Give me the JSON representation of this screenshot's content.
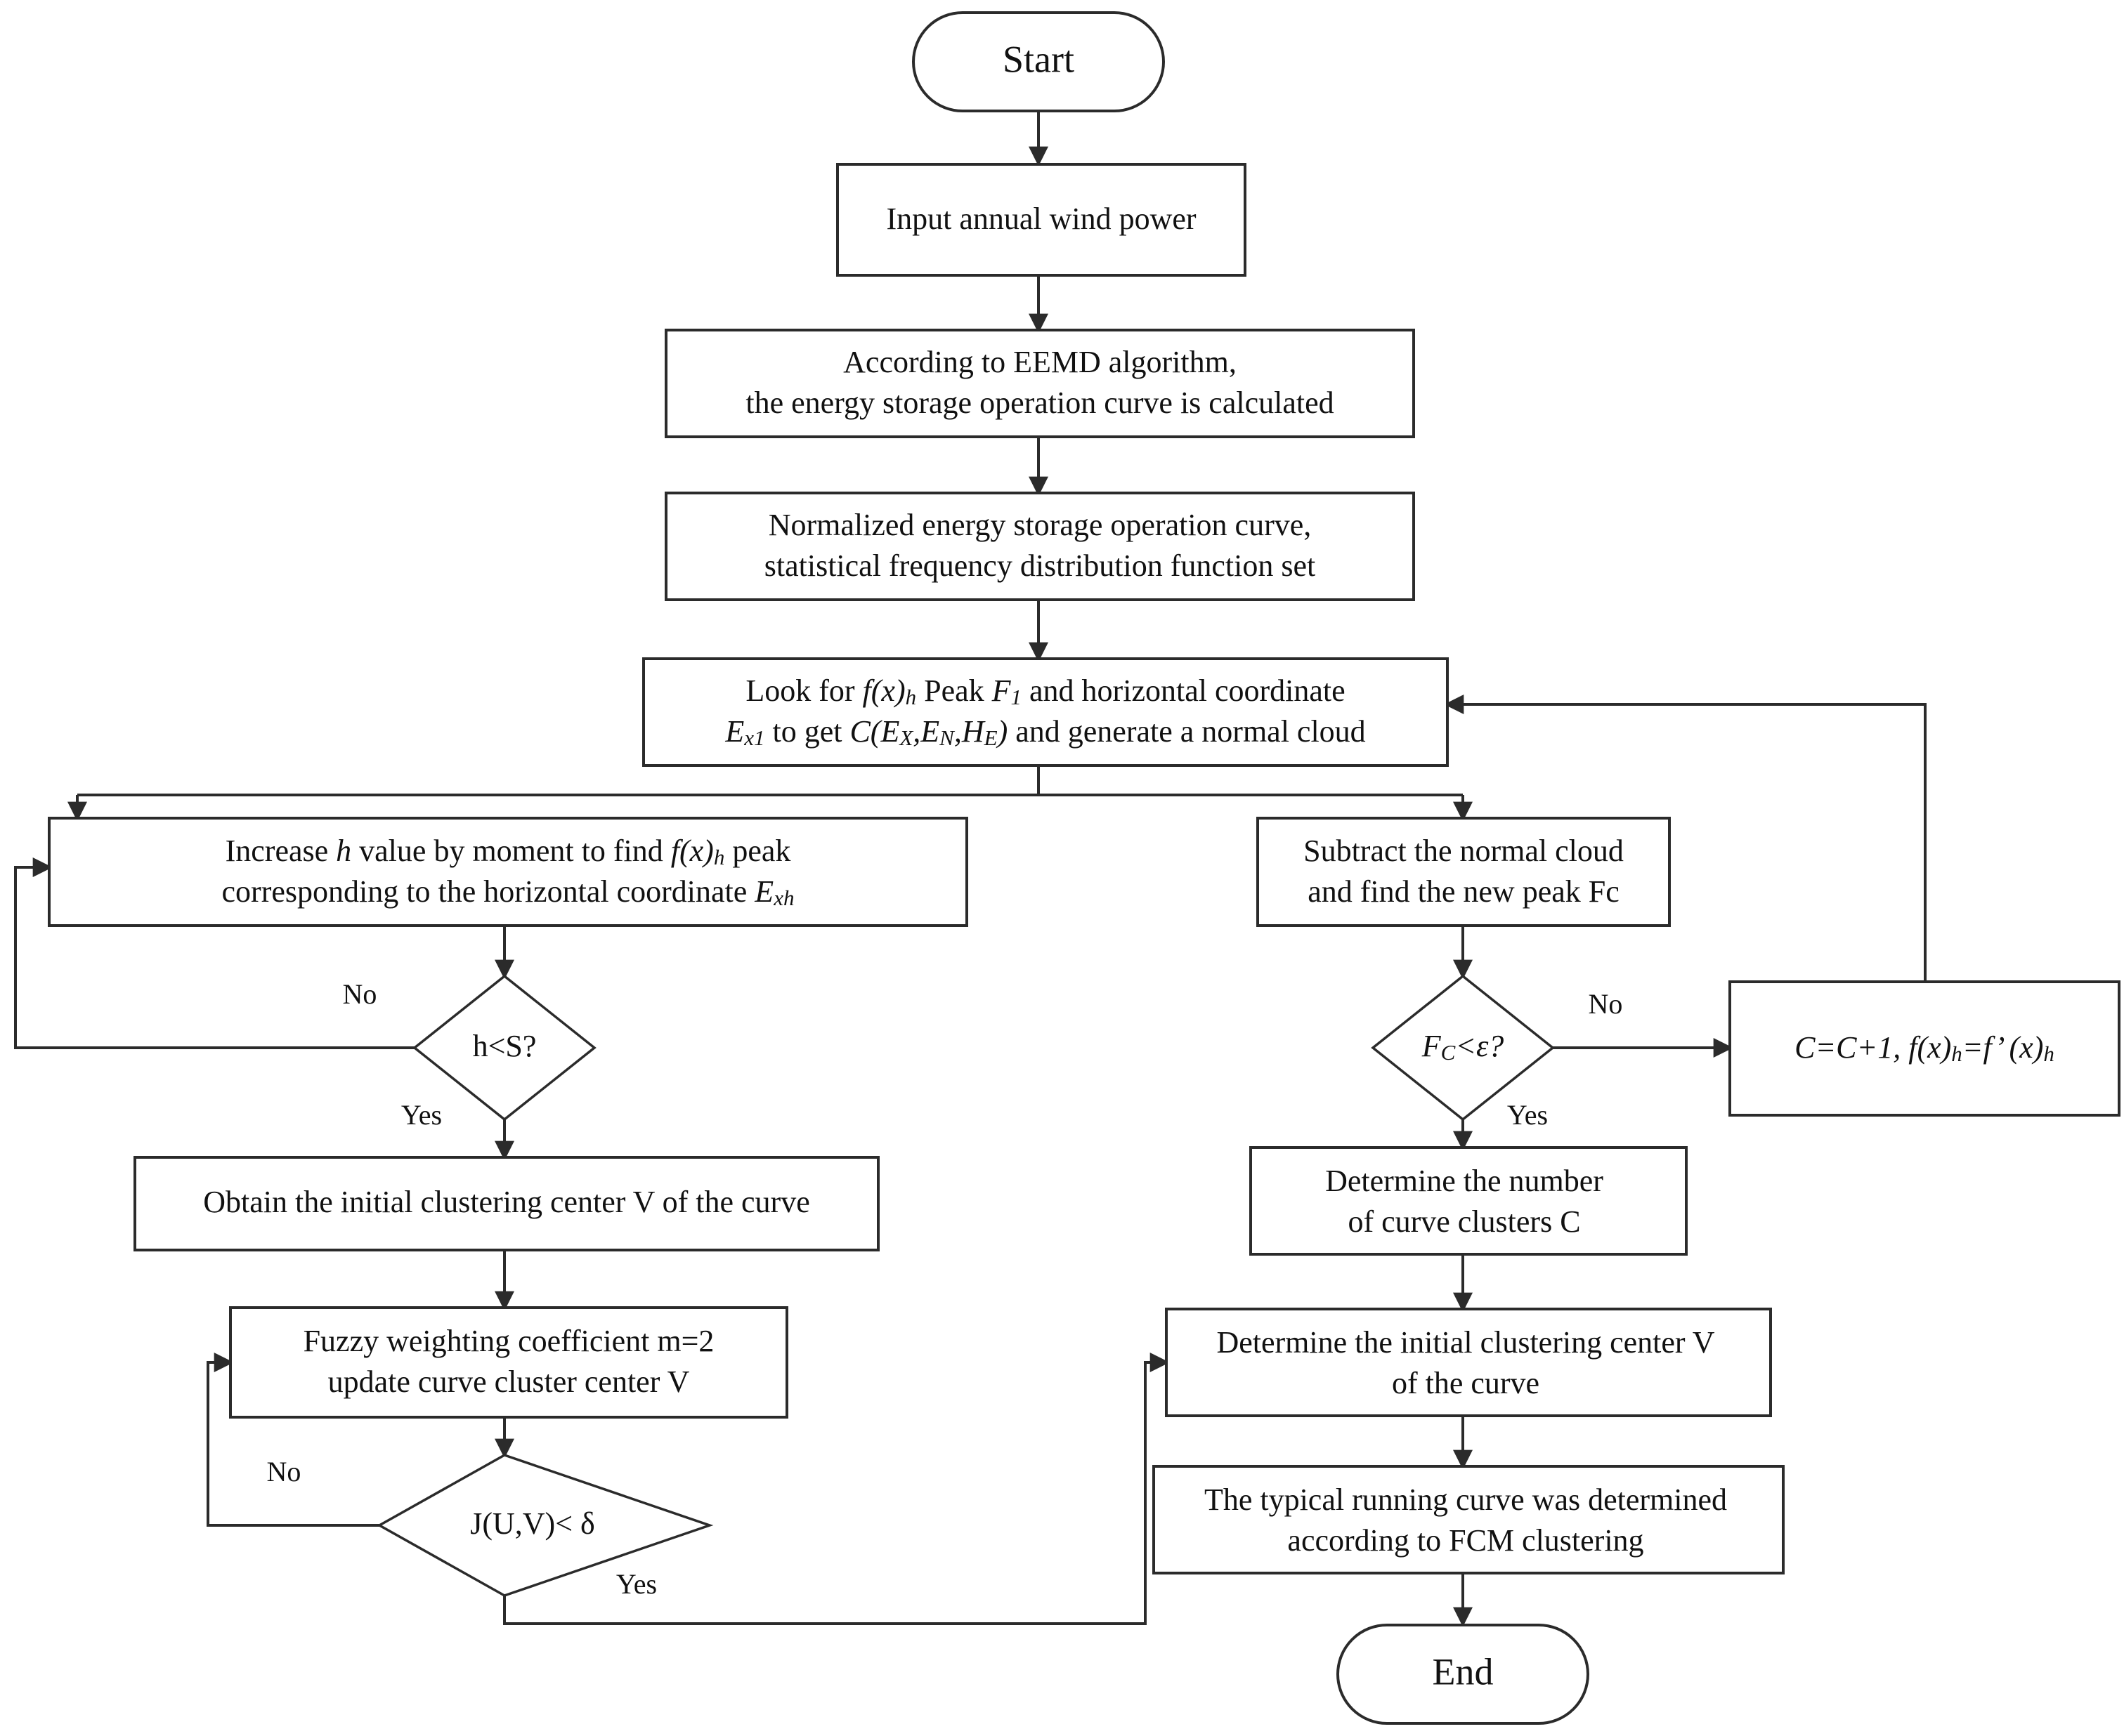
{
  "diagram": {
    "title": "EEMD cloud-model FCM clustering flowchart",
    "stroke_color": "#2b2b2b",
    "fill_color": "#ffffff",
    "text_color": "#111111"
  },
  "nodes": {
    "start": {
      "label": "Start",
      "shape": "terminator"
    },
    "input_power": {
      "label": "Input annual wind power",
      "shape": "process"
    },
    "eemd": {
      "line1": "According to EEMD algorithm,",
      "line2": "the energy storage operation curve is calculated",
      "shape": "process"
    },
    "normalize": {
      "line1": "Normalized energy storage operation curve,",
      "line2": "statistical frequency distribution function set",
      "shape": "process"
    },
    "look_for": {
      "l1_a": "Look for ",
      "l1_fx": "f(x)",
      "l1_fx_sub": "h",
      "l1_b": " Peak ",
      "l1_F": "F",
      "l1_F_sub": "1",
      "l1_c": " and horizontal coordinate",
      "l2_Ex": "E",
      "l2_Ex_sub": "x1",
      "l2_a": " to get ",
      "l2_C": "C(E",
      "l2_C_sub1": "X",
      "l2_C_mid": ",E",
      "l2_C_sub2": "N",
      "l2_C_mid2": ",H",
      "l2_C_sub3": "E",
      "l2_C_end": ")",
      "l2_b": " and generate a normal cloud",
      "shape": "process"
    },
    "increase_h": {
      "l1_a": "Increase ",
      "l1_h": "h",
      "l1_b": " value by moment to find ",
      "l1_fx": "f(x)",
      "l1_fx_sub": "h",
      "l1_c": " peak",
      "l2_a": "corresponding to the horizontal coordinate ",
      "l2_Ex": "E",
      "l2_Ex_sub": "xh",
      "shape": "process"
    },
    "subtract_cloud": {
      "line1": "Subtract the normal cloud",
      "line2": "and find the new peak Fc",
      "shape": "process"
    },
    "decide_h": {
      "label": "h<S?",
      "shape": "decision"
    },
    "decide_fc": {
      "label_F": "F",
      "label_sub": "C",
      "label_rest": "<ε?",
      "shape": "decision"
    },
    "increment_c": {
      "p1": "C=C+1,  f(x)",
      "p1_sub": "h",
      "p2": "=f’ (x)",
      "p2_sub": "h",
      "shape": "process"
    },
    "obtain_center": {
      "label": "Obtain the initial clustering center V of the curve",
      "shape": "process"
    },
    "fuzzy_weight": {
      "line1": "Fuzzy weighting coefficient  m=2",
      "line2": "update curve cluster center  V",
      "shape": "process"
    },
    "decide_j": {
      "label": "J(U,V)< δ",
      "shape": "decision"
    },
    "determine_clusters": {
      "line1": "Determine the number",
      "line2": "of curve clusters  C",
      "shape": "process"
    },
    "determine_center": {
      "line1": "Determine the initial clustering center V",
      "line2": "of the curve",
      "shape": "process"
    },
    "typical_curve": {
      "line1": "The typical running curve was determined",
      "line2": "according to FCM clustering",
      "shape": "process"
    },
    "end": {
      "label": "End",
      "shape": "terminator"
    }
  },
  "edge_labels": {
    "h_no": "No",
    "h_yes": "Yes",
    "fc_no": "No",
    "fc_yes": "Yes",
    "j_no": "No",
    "j_yes": "Yes"
  }
}
